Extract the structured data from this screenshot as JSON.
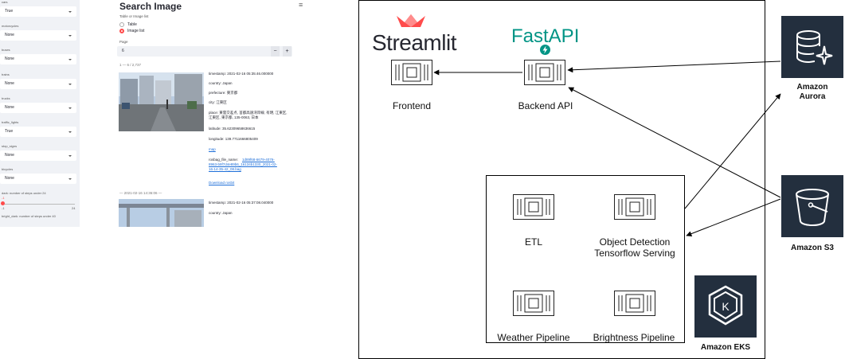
{
  "sidebar": {
    "filters": [
      {
        "label": "cars",
        "value": "True"
      },
      {
        "label": "motorcycles",
        "value": "None"
      },
      {
        "label": "buses",
        "value": "None"
      },
      {
        "label": "trains",
        "value": "None"
      },
      {
        "label": "trucks",
        "value": "None"
      },
      {
        "label": "traffic_lights",
        "value": "True"
      },
      {
        "label": "stop_signs",
        "value": "None"
      },
      {
        "label": "bicycles",
        "value": "None"
      }
    ],
    "slider_label": "dark: number of steps under 24",
    "slider_value": "-1",
    "slider_min": "-1",
    "slider_max": "24",
    "second_slider_label": "bright_dark: number of steps under 40"
  },
  "main": {
    "title": "Search Image",
    "menu_icon": "≡",
    "display_label": "Table or Image list",
    "radio_options": [
      "Table",
      "Image list"
    ],
    "radio_selected": 1,
    "page_label": "Page",
    "page_value": "6",
    "page_minus": "−",
    "page_plus": "+",
    "range_text": "1 — 6 / 2,737",
    "record1": {
      "timestamp": "timestamp: 2021-02-16 05:35:46.000000",
      "country": "country: Japan",
      "prefecture": "prefecture: 東京都",
      "city": "city: 江東区",
      "place": "place: 東雲交差点, 首都高速湾岸線, 有明, 江東区,",
      "place2": "江東区, 東京都, 135-0063, 日本",
      "latitude": "latitude: 35.62309658636615",
      "longitude": "longitude: 139.7711666805409",
      "map": "map",
      "rosbag_label": "rosbag_file_name:",
      "rosbag_link1": "1d89f68-6679-4076-",
      "rosbag_link2": "8963-b9f7d4e89b6_16134b1330_2021-02-",
      "rosbag_link3": "16-14-35-42_08.bag",
      "download": "Download rosbit"
    },
    "separator": "— 2021-02-16 14:36:06 —",
    "record2": {
      "timestamp": "timestamp: 2021-02-16 05:37:08.040000",
      "country": "country: Japan"
    }
  },
  "diagram": {
    "streamlit_logo": "Streamlit",
    "fastapi_logo": "FastAPI",
    "frontend_label": "Frontend",
    "backend_label": "Backend API",
    "etl_label": "ETL",
    "object_detection_label_1": "Object Detection",
    "object_detection_label_2": "Tensorflow Serving",
    "weather_label": "Weather Pipeline",
    "brightness_label": "Brightness Pipeline",
    "eks_label": "Amazon EKS",
    "aurora_label_1": "Amazon",
    "aurora_label_2": "Aurora",
    "s3_label": "Amazon S3"
  },
  "colors": {
    "streamlit_red": "#ff4b4b",
    "fastapi_teal": "#009485",
    "aws_dark": "#232f3e",
    "sidebar_bg": "#f0f2f6"
  }
}
